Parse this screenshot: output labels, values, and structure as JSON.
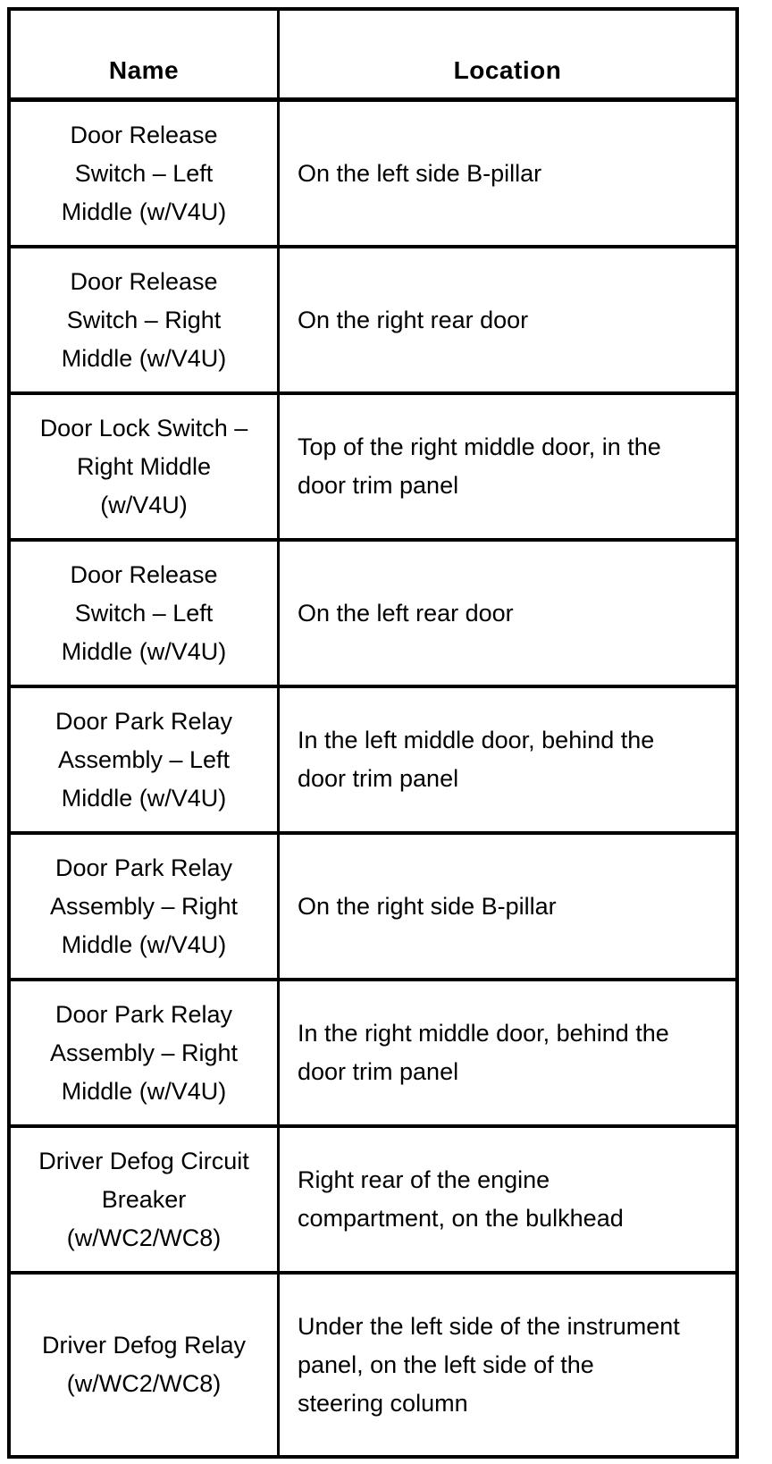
{
  "header": {
    "name": "Name",
    "location": "Location"
  },
  "table": {
    "rows": [
      {
        "name_lines": [
          "Door Release",
          "Switch – Left",
          "Middle (w/V4U)"
        ],
        "location_lines": [
          "On the left side B-pillar"
        ]
      },
      {
        "name_lines": [
          "Door Release",
          "Switch – Right",
          "Middle (w/V4U)"
        ],
        "location_lines": [
          "On the right rear door"
        ]
      },
      {
        "name_lines": [
          "Door Lock Switch –",
          "Right Middle",
          "(w/V4U)"
        ],
        "location_lines": [
          "Top of the right middle door, in the",
          "door trim panel"
        ]
      },
      {
        "name_lines": [
          "Door Release",
          "Switch – Left",
          "Middle (w/V4U)"
        ],
        "location_lines": [
          "On the left rear door"
        ]
      },
      {
        "name_lines": [
          "Door Park Relay",
          "Assembly – Left",
          "Middle (w/V4U)"
        ],
        "location_lines": [
          "In the left middle door, behind the",
          "door trim panel"
        ]
      },
      {
        "name_lines": [
          "Door Park Relay",
          "Assembly – Right",
          "Middle (w/V4U)"
        ],
        "location_lines": [
          "On the right side B-pillar"
        ]
      },
      {
        "name_lines": [
          "Door Park Relay",
          "Assembly – Right",
          "Middle (w/V4U)"
        ],
        "location_lines": [
          "In the right middle door, behind the",
          "door trim panel"
        ]
      },
      {
        "name_lines": [
          "Driver Defog Circuit",
          "Breaker",
          "(w/WC2/WC8)"
        ],
        "location_lines": [
          "Right rear of the engine",
          "compartment, on the bulkhead"
        ]
      },
      {
        "name_lines": [
          "Driver Defog Relay",
          "(w/WC2/WC8)"
        ],
        "location_lines": [
          "Under the left side of the instrument",
          "panel, on the left side of the",
          "steering column"
        ]
      }
    ]
  },
  "colors": {
    "border": "#000000",
    "text": "#000000",
    "background": "#ffffff"
  }
}
